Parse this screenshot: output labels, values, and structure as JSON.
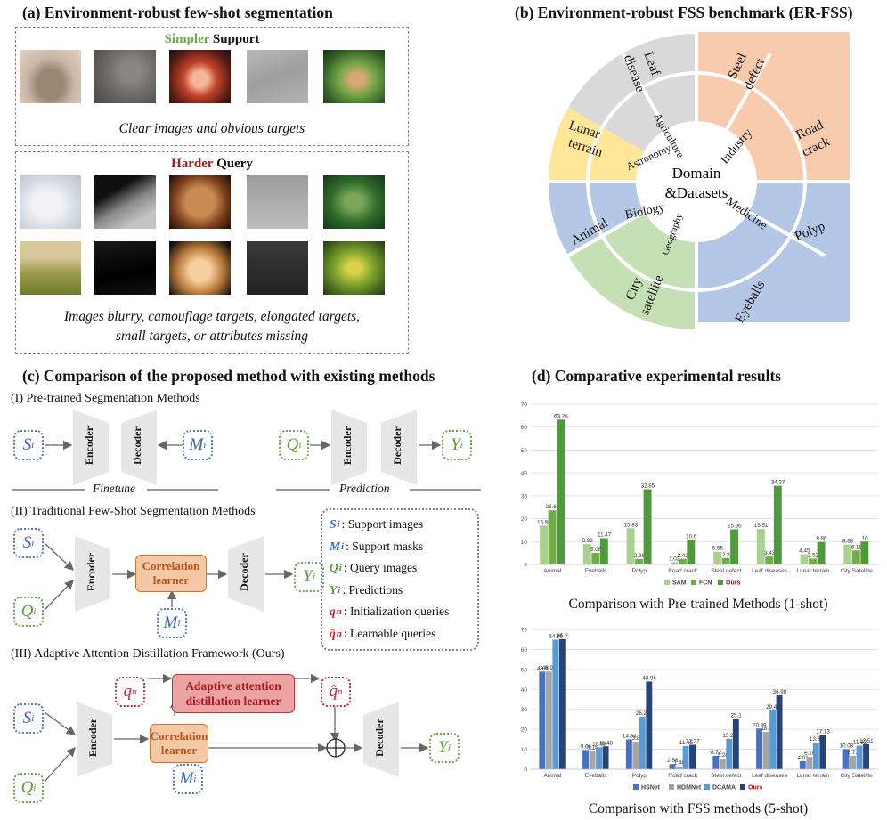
{
  "panel_a": {
    "title": "(a) Environment-robust few-shot segmentation",
    "support_word1": "Simpler",
    "support_word2": "Support",
    "support_caption": "Clear images and obvious targets",
    "query_word1": "Harder",
    "query_word2": "Query",
    "query_caption_line1": "Images blurry, camouflage targets, elongated targets,",
    "query_caption_line2": "small targets, or attributes missing",
    "colors": {
      "simpler": "#6aa84f",
      "harder": "#a51d21"
    }
  },
  "panel_b": {
    "title": "(b) Environment-robust FSS benchmark (ER-FSS)",
    "center_line1": "Domain",
    "center_line2": "&Datasets",
    "domains": [
      "Agriculture",
      "Industry",
      "Astronomy",
      "Biology",
      "Geography",
      "Medicine"
    ],
    "datasets": [
      "Leaf disease",
      "Steel defect",
      "Road crack",
      "Lunar terrain",
      "Animal",
      "City satellite",
      "Polyp",
      "Eyeballs"
    ],
    "colors": {
      "gray": "#d9d9d9",
      "orange": "#f8cbad",
      "yellow": "#ffe699",
      "blue": "#b4c7e7",
      "green": "#c5e0b4"
    }
  },
  "panel_c": {
    "title": "(c) Comparison of the proposed method with existing methods",
    "section1": "(I) Pre-trained Segmentation Methods",
    "section2": "(II) Traditional Few-Shot Segmentation Methods",
    "section3": "(III) Adaptive Attention Distillation Framework (Ours)",
    "encoder": "Encoder",
    "decoder": "Decoder",
    "finetune": "Finetune",
    "prediction": "Prediction",
    "correlation_line1": "Correlation",
    "correlation_line2": "learner",
    "aad_line1": "Adaptive attention",
    "aad_line2": "distillation learner",
    "symbols": {
      "S": "S",
      "M": "M",
      "Q": "Q",
      "Y": "Y",
      "q": "q",
      "i": "i",
      "n": "n"
    },
    "legend": [
      {
        "sym": "S",
        "sub": "i",
        "text": ": Support images",
        "color": "#3a66b7"
      },
      {
        "sym": "M",
        "sub": "i",
        "text": ": Support masks",
        "color": "#3a66b7"
      },
      {
        "sym": "Q",
        "sub": "i",
        "text": ": Query images",
        "color": "#5a9a3a"
      },
      {
        "sym": "Y",
        "sub": "i",
        "text": ": Predictions",
        "color": "#5a9a3a"
      },
      {
        "sym": "q",
        "sub": "n",
        "text": ": Initialization queries",
        "color": "#c0262d"
      },
      {
        "sym": "q̂",
        "sub": "n",
        "text": ": Learnable queries",
        "color": "#c0262d"
      }
    ]
  },
  "panel_d": {
    "title": "(d) Comparative experimental results",
    "caption1": "Comparison with Pre-trained Methods (1-shot)",
    "caption2": "Comparison with FSS methods (5-shot)"
  },
  "chart_data": [
    {
      "type": "bar",
      "categories": [
        "Animal",
        "Eyeballs",
        "Polyp",
        "Road crack",
        "Steel defect",
        "Leaf diseases",
        "Lunar terrain",
        "City Satellite"
      ],
      "series": [
        {
          "name": "SAM",
          "color": "#a9d18e",
          "values": [
            16.98,
            8.93,
            15.83,
            1.02,
            5.55,
            15.51,
            4.45,
            8.68
          ]
        },
        {
          "name": "FCN",
          "color": "#70ad47",
          "values": [
            23.65,
            5.06,
            2.36,
            2.42,
            2.8,
            3.43,
            2.52,
            6.11
          ]
        },
        {
          "name": "Ours",
          "color": "#4f9a3b",
          "values": [
            63.26,
            11.47,
            32.85,
            10.6,
            15.36,
            34.37,
            9.86,
            10.0
          ]
        }
      ],
      "value_labels": [
        [
          "16.98",
          "8.93",
          "15.83",
          "1.02",
          "5.55",
          "15.51",
          "4.45",
          "8.68"
        ],
        [
          "23.65",
          "5.06",
          "2.36",
          "2.42",
          "2.8",
          "3.43",
          "2.52",
          "6.11"
        ],
        [
          "63.26",
          "11.47",
          "32.85",
          "10.6",
          "15.36",
          "34.37",
          "9.86",
          "10"
        ]
      ],
      "ylim": [
        0,
        70
      ],
      "yticks": [
        "0",
        "10",
        "20",
        "30",
        "40",
        "50",
        "60",
        "70"
      ],
      "grid": true,
      "legend": "bottom"
    },
    {
      "type": "bar",
      "categories": [
        "Animal",
        "Eyeballs",
        "Polyp",
        "Road crack",
        "Steel defect",
        "Leaf diseases",
        "Lunar terrain",
        "City Satellite"
      ],
      "series": [
        {
          "name": "HSNet",
          "color": "#4472c4",
          "values": [
            48.9,
            9.66,
            14.94,
            2.58,
            6.72,
            20.39,
            4.01,
            10.08
          ]
        },
        {
          "name": "HDMNet",
          "color": "#a5a5a5",
          "values": [
            48.95,
            9.15,
            13.84,
            1.46,
            5.28,
            18.7,
            6.16,
            6.73
          ]
        },
        {
          "name": "DCAMA",
          "color": "#5b9bd5",
          "values": [
            64.88,
            10.98,
            26.28,
            11.65,
            15.22,
            29.44,
            13.33,
            11.82
          ]
        },
        {
          "name": "Ours",
          "color": "#264478",
          "values": [
            65.2,
            11.48,
            43.96,
            12.27,
            25.1,
            36.98,
            17.13,
            12.51
          ]
        }
      ],
      "value_labels": [
        [
          "48.9",
          "9.66",
          "14.94",
          "2.58",
          "6.72",
          "20.39",
          "4.01",
          "10.08"
        ],
        [
          "48.95",
          "9.15",
          "13.84",
          "1.46",
          "5.28",
          "18.7",
          "6.16",
          "6.73"
        ],
        [
          "64.88",
          "10.98",
          "26.28",
          "11.65",
          "15.22",
          "29.44",
          "13.33",
          "11.82"
        ],
        [
          "65.2",
          "11.48",
          "43.96",
          "12.27",
          "25.1",
          "36.98",
          "17.13",
          "12.51"
        ]
      ],
      "ylim": [
        0,
        70
      ],
      "yticks": [
        "0",
        "10",
        "20",
        "30",
        "40",
        "50",
        "60",
        "70"
      ],
      "grid": true,
      "legend": "bottom"
    }
  ]
}
